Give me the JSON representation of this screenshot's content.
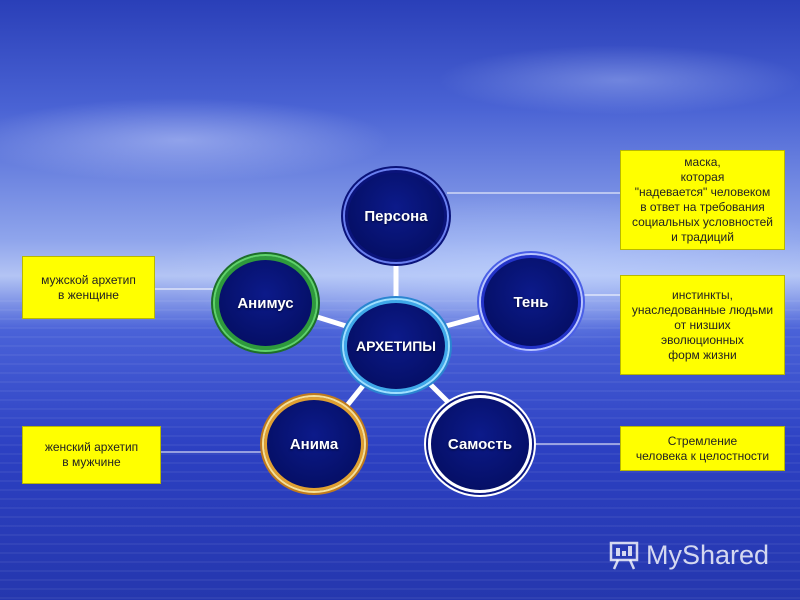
{
  "center": {
    "label": "АРХЕТИПЫ"
  },
  "nodes": {
    "persona": "Персона",
    "ten": "Тень",
    "samost": "Самость",
    "anima": "Анима",
    "animus": "Анимус"
  },
  "notes": {
    "persona": "маска,\nкоторая\n\"надевается\" человеком\nв ответ на требования\nсоциальных условностей\nи традиций",
    "ten": "инстинкты,\nунаследованные людьми\nот низших\nэволюционных\nформ жизни",
    "samost": "Стремление\nчеловека к целостности",
    "animus": "мужской архетип\nв женщине",
    "anima": "женский архетип\nв мужчине"
  },
  "watermark": {
    "text": "MyShared",
    "icon": "presentation-board-icon"
  },
  "colors": {
    "note_bg": "#ffff00",
    "node_fill": "#0a168a",
    "animus_ring": "#2e9a3c",
    "anima_ring": "#e0a030",
    "center_ring": "#3fa8e8"
  }
}
